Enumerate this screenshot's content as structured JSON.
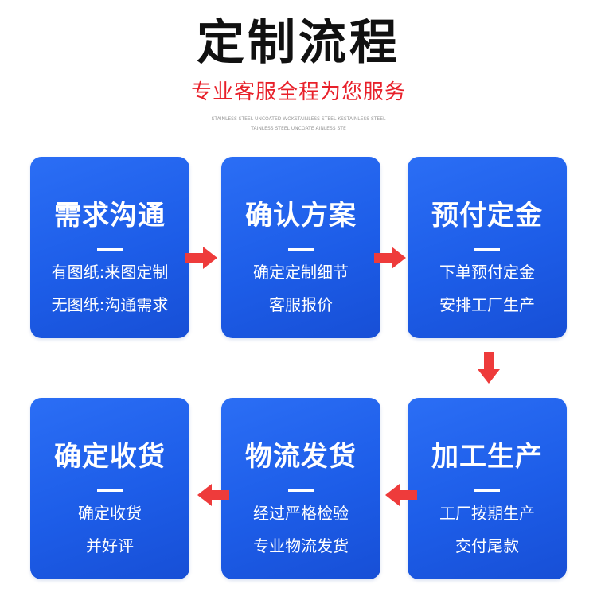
{
  "header": {
    "title": "定制流程",
    "subtitle": "专业客服全程为您服务",
    "tiny_line1": "STAINLESS STEEL UNCOATED WOKSTAINLESS STEEL KSSTAINLESS STEEL",
    "tiny_line2": "TAINLESS STEEL UNCOATE AINLESS STE"
  },
  "colors": {
    "card": "#2266ee",
    "arrow": "#ee3b3b",
    "title": "#111111",
    "subtitle": "#e8202a"
  },
  "steps": [
    {
      "title": "需求沟通",
      "line1": "有图纸:来图定制",
      "line2": "无图纸:沟通需求"
    },
    {
      "title": "确认方案",
      "line1": "确定定制细节",
      "line2": "客服报价"
    },
    {
      "title": "预付定金",
      "line1": "下单预付定金",
      "line2": "安排工厂生产"
    },
    {
      "title": "加工生产",
      "line1": "工厂按期生产",
      "line2": "交付尾款"
    },
    {
      "title": "物流发货",
      "line1": "经过严格检验",
      "line2": "专业物流发货"
    },
    {
      "title": "确定收货",
      "line1": "确定收货",
      "line2": "并好评"
    }
  ],
  "arrows": {
    "right": "arrow-right-icon",
    "down": "arrow-down-icon",
    "left": "arrow-left-icon"
  }
}
